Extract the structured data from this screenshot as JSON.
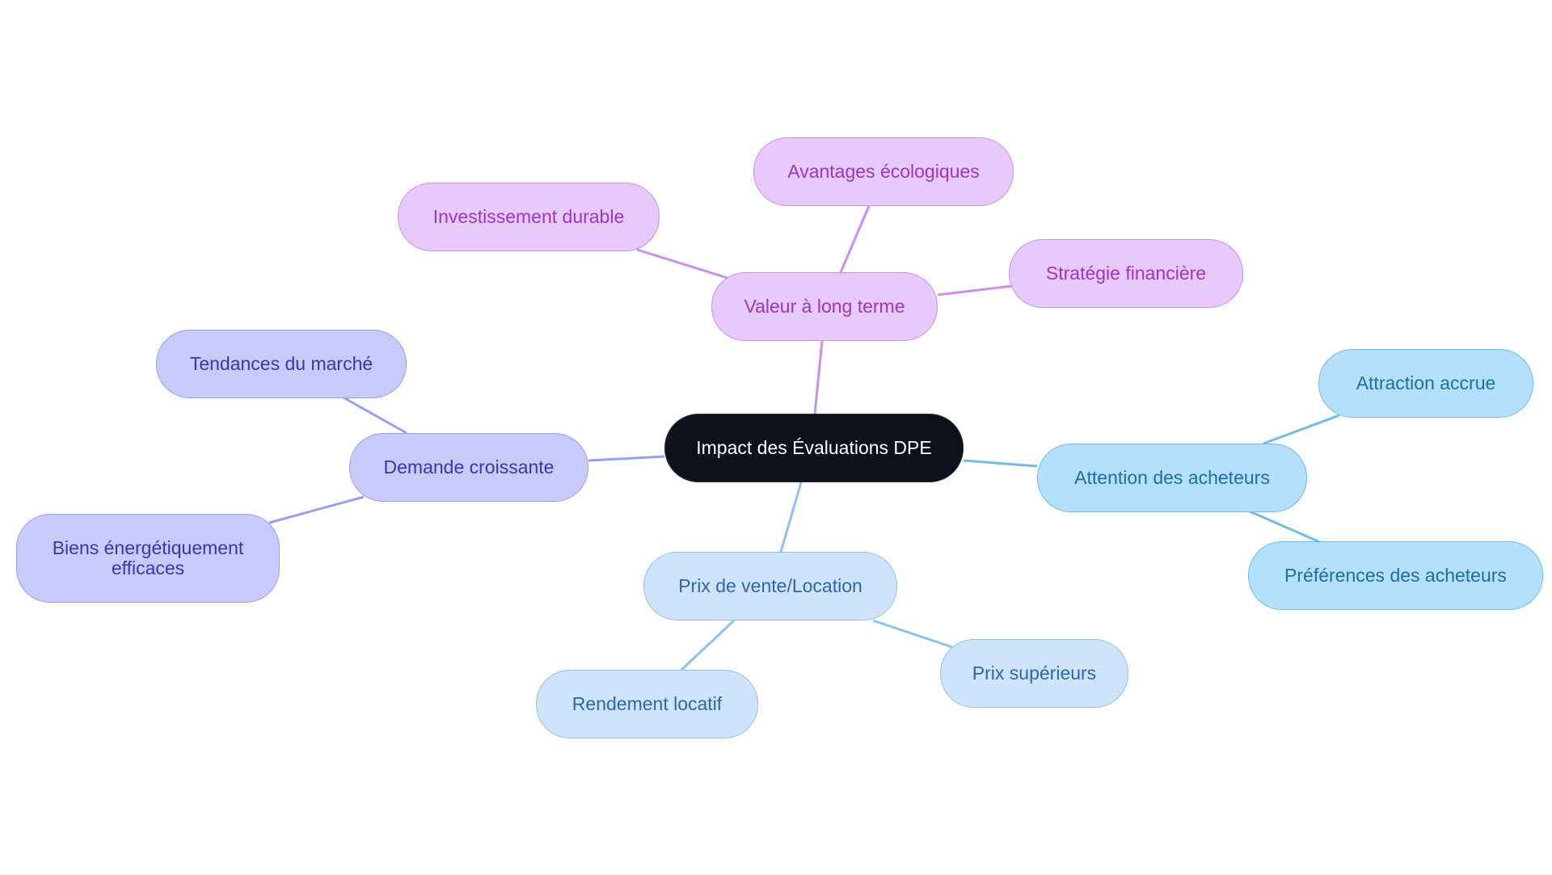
{
  "diagram": {
    "type": "mindmap",
    "root": {
      "label": "Impact des Évaluations DPE",
      "style": {
        "fill": "#0c111b",
        "stroke": "#2b3140",
        "text": "#ffffff"
      }
    },
    "branches": [
      {
        "id": "valeur",
        "label": "Valeur à long terme",
        "style": {
          "fill": "#e8c9fc",
          "stroke": "#c98ef0",
          "text": "#9b36c7",
          "edge": "#c98ef0"
        },
        "children": [
          {
            "id": "avant",
            "label": "Avantages écologiques"
          },
          {
            "id": "invest",
            "label": "Investissement durable"
          },
          {
            "id": "strat",
            "label": "Stratégie financière"
          }
        ]
      },
      {
        "id": "dem",
        "label": "Demande croissante",
        "style": {
          "fill": "#c9cbfc",
          "stroke": "#9a9ef0",
          "text": "#3b34b8",
          "edge": "#9a9ef0"
        },
        "children": [
          {
            "id": "tend",
            "label": "Tendances du marché"
          },
          {
            "id": "biens",
            "label": [
              "Biens énergétiquement",
              "efficaces"
            ]
          }
        ]
      },
      {
        "id": "att",
        "label": "Attention des acheteurs",
        "style": {
          "fill": "#b5e0fd",
          "stroke": "#6ebce8",
          "text": "#1a6fa8",
          "edge": "#6ebce8"
        },
        "children": [
          {
            "id": "attr",
            "label": "Attraction accrue"
          },
          {
            "id": "pref",
            "label": "Préférences des acheteurs"
          }
        ]
      },
      {
        "id": "prix",
        "label": "Prix de vente/Location",
        "style": {
          "fill": "#cfe4fb",
          "stroke": "#93c0ea",
          "text": "#2b66b0",
          "edge": "#93c0ea"
        },
        "children": [
          {
            "id": "rend",
            "label": "Rendement locatif"
          },
          {
            "id": "sup",
            "label": "Prix supérieurs"
          }
        ]
      }
    ]
  }
}
